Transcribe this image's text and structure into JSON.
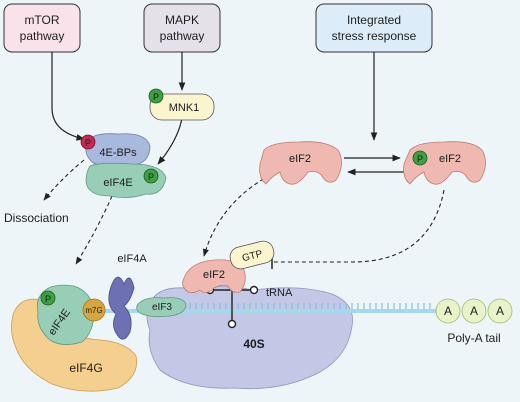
{
  "pathways": {
    "mtor": [
      "mTOR",
      "pathway"
    ],
    "mapk": [
      "MAPK",
      "pathway"
    ],
    "isr": [
      "Integrated",
      "stress response"
    ]
  },
  "proteins": {
    "mnk1": "MNK1",
    "four_e_bps": "4E-BPs",
    "eif4e": "eIF4E",
    "eif2": "eIF2",
    "gtp": "GTP",
    "eif4a": "eIF4A",
    "eif3": "eIF3",
    "trna": "tRNA",
    "m7g": "m7G",
    "eif4g": "eIF4G",
    "ribo40s": "40S",
    "polyA_base": "A"
  },
  "labels": {
    "dissociation": "Dissociation",
    "polyA_tail": "Poly-A tail",
    "phospho": "P"
  },
  "colors": {
    "background": "#eef5f9",
    "mtor_box": "#f9e2ea",
    "mapk_box": "#e4e1ea",
    "isr_box": "#dcecf8",
    "mnk1": "#fbf5cf",
    "four_e_bps": "#a8b9dd",
    "eif4e": "#98cdb6",
    "eif2": "#efb8b0",
    "eif4g": "#f5cf8f",
    "eif4a": "#6d71b4",
    "ribosome_40s": "#c2c8e6",
    "mrna": "#a7d7ec",
    "polyA": "#e8f3c9",
    "m7g": "#d7a640",
    "phospho_green": "#3fa043",
    "phospho_red": "#c42a52"
  }
}
